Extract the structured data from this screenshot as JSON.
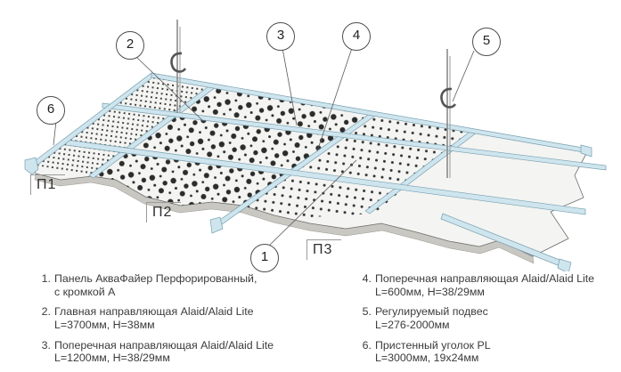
{
  "diagram": {
    "callouts": [
      {
        "n": "1"
      },
      {
        "n": "2"
      },
      {
        "n": "3"
      },
      {
        "n": "4"
      },
      {
        "n": "5"
      },
      {
        "n": "6"
      }
    ],
    "panel_labels": [
      {
        "label": "П1"
      },
      {
        "label": "П2"
      },
      {
        "label": "П3"
      }
    ],
    "colors": {
      "rail": "#cfe5ee",
      "rail_stroke": "#76a0b0",
      "panel": "#f4f4f2",
      "panel_edge": "#c8c7c1",
      "perforation_dot": "#1d1d1d",
      "line": "#4d4d4d",
      "text": "#3b3b3b"
    }
  },
  "legend": {
    "columns": [
      {
        "items": [
          {
            "num": "1.",
            "line1": "Панель АкваФайер Перфорированный,",
            "line2": "с кромкой А"
          },
          {
            "num": "2.",
            "line1": "Главная направляющая Alaid/Alaid Lite",
            "line2": "L=3700мм, H=38мм"
          },
          {
            "num": "3.",
            "line1": "Поперечная направляющая Alaid/Alaid Lite",
            "line2": "L=1200мм, H=38/29мм"
          }
        ]
      },
      {
        "items": [
          {
            "num": "4.",
            "line1": "Поперечная направляющая Alaid/Alaid Lite",
            "line2": "L=600мм, H=38/29мм"
          },
          {
            "num": "5.",
            "line1": "Регулируемый подвес",
            "line2": "L=276-2000мм"
          },
          {
            "num": "6.",
            "line1": "Пристенный уголок PL",
            "line2": "L=3000мм, 19x24мм"
          }
        ]
      }
    ]
  }
}
